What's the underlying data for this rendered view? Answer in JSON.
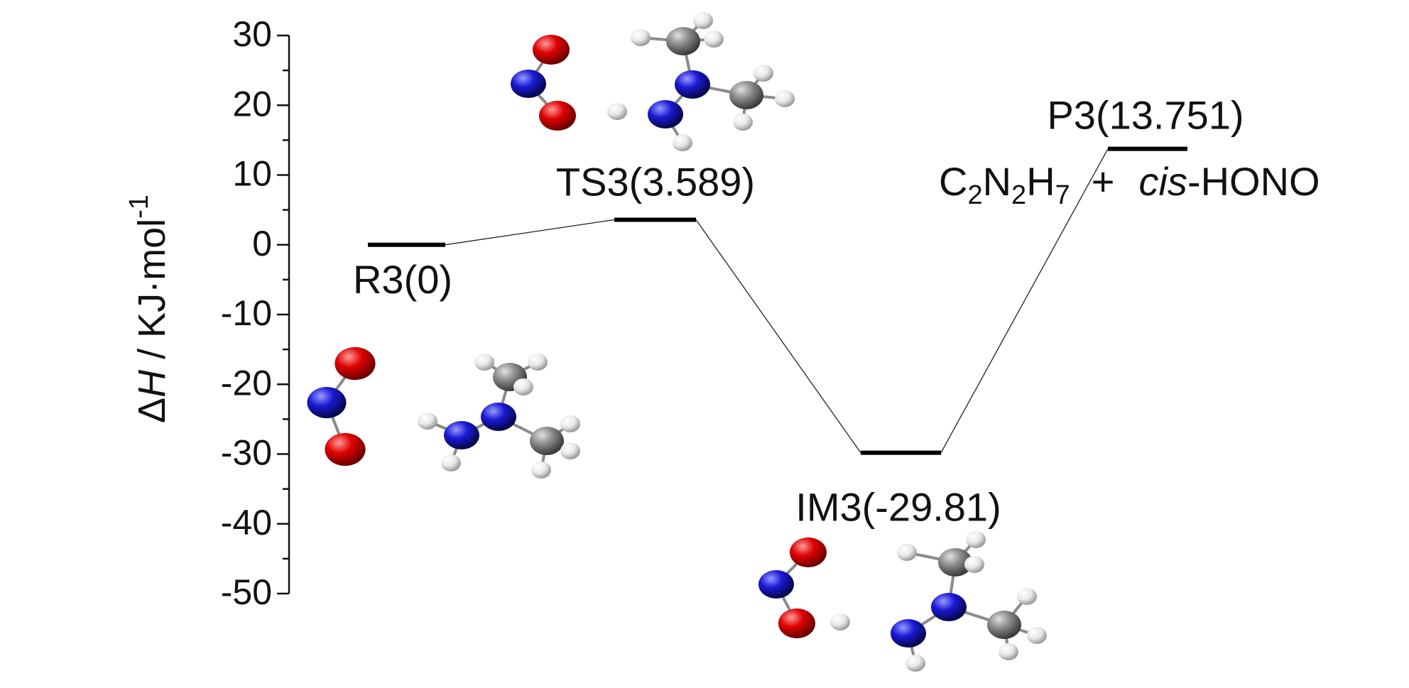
{
  "chart_data": {
    "type": "line",
    "y_axis": {
      "label_symbol": "Δ",
      "label_var": "H",
      "label_unit": " / KJ·mol",
      "label_exp": "-1",
      "ylim": [
        -50,
        30
      ],
      "major_ticks": [
        30,
        20,
        10,
        0,
        -10,
        -20,
        -30,
        -40,
        -50
      ],
      "minor_step": 5
    },
    "points": [
      {
        "id": "R3",
        "label": "R3(0)",
        "value": 0
      },
      {
        "id": "TS3",
        "label": "TS3(3.589)",
        "value": 3.589
      },
      {
        "id": "IM3",
        "label": "IM3(-29.81)",
        "value": -29.81
      },
      {
        "id": "P3",
        "label": "P3(13.751)",
        "value": 13.751
      }
    ],
    "product_note": {
      "c": "C",
      "c_sub": "2",
      "n": "N",
      "n_sub": "2",
      "h": "H",
      "h_sub": "7",
      "plus": "+",
      "cis": "cis",
      "rest": "-HONO"
    },
    "atom_colors": {
      "O": "#dd0000",
      "N": "#1a1ad6",
      "C": "#8c8c8c",
      "H": "#e6e6e6"
    }
  }
}
